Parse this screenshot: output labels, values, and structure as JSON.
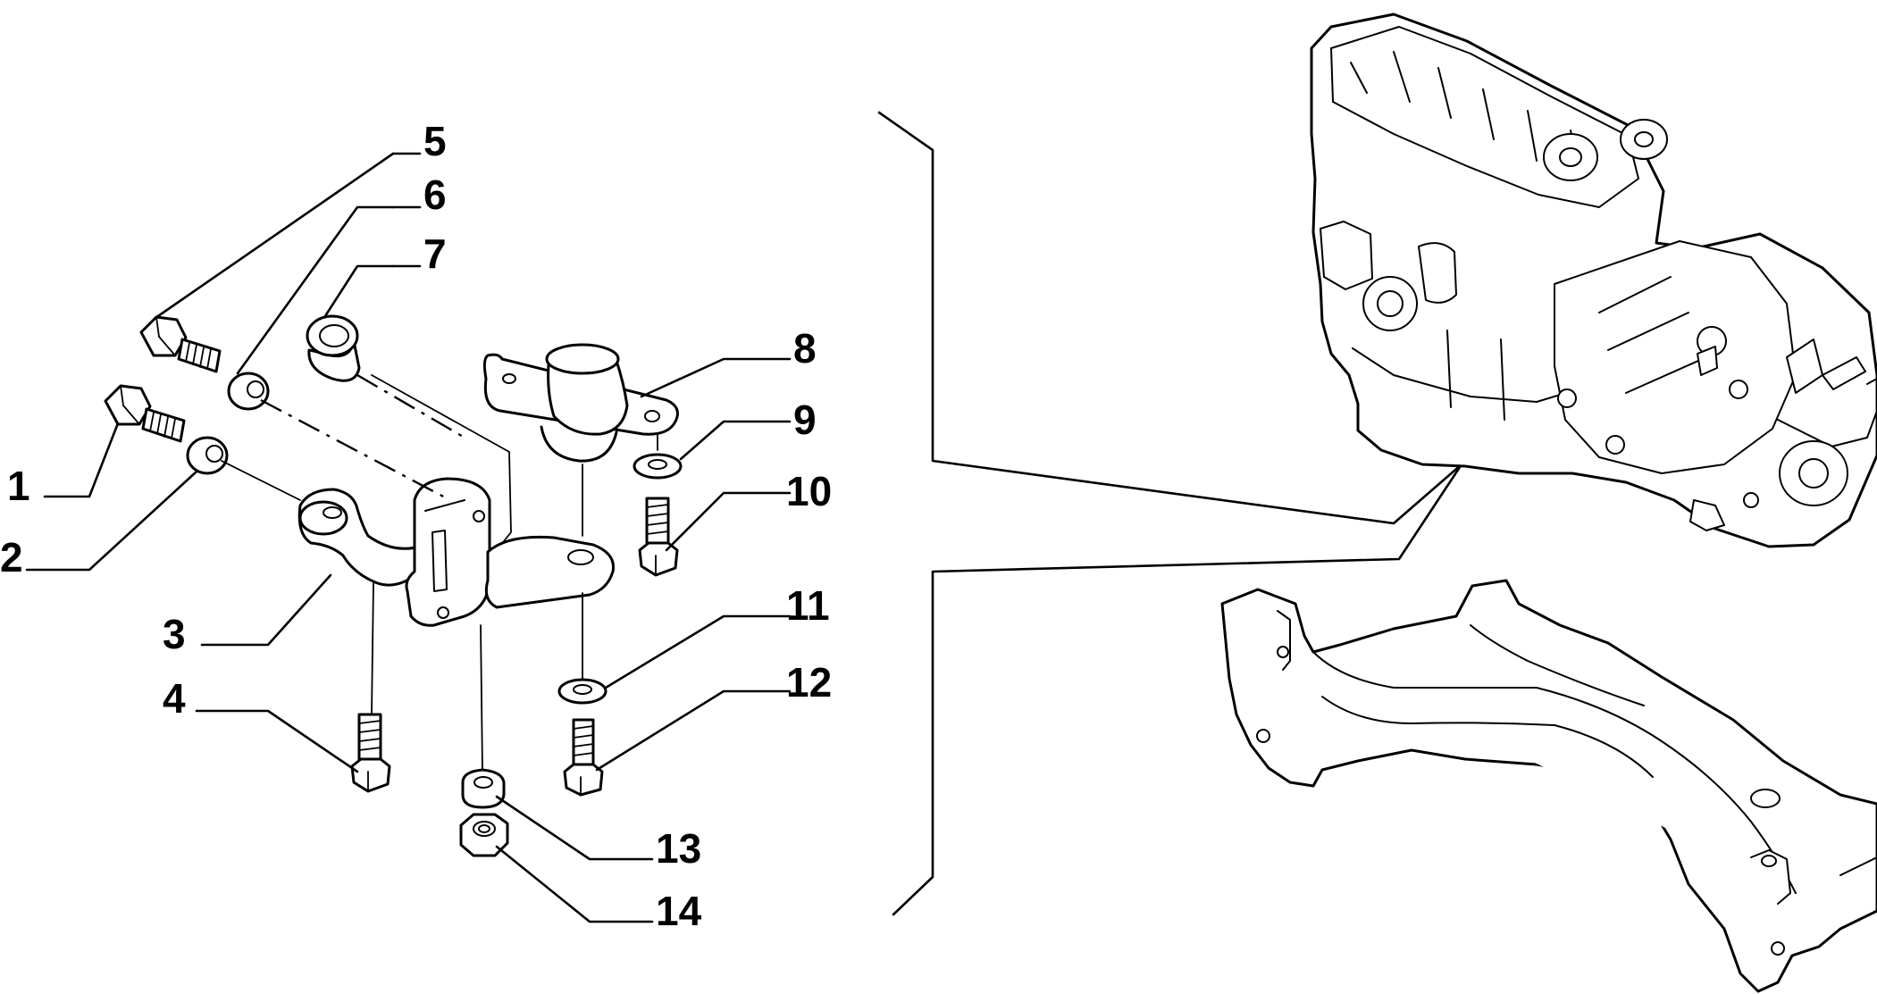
{
  "callouts": [
    {
      "id": "1",
      "label": "1"
    },
    {
      "id": "2",
      "label": "2"
    },
    {
      "id": "3",
      "label": "3"
    },
    {
      "id": "4",
      "label": "4"
    },
    {
      "id": "5",
      "label": "5"
    },
    {
      "id": "6",
      "label": "6"
    },
    {
      "id": "7",
      "label": "7"
    },
    {
      "id": "8",
      "label": "8"
    },
    {
      "id": "9",
      "label": "9"
    },
    {
      "id": "10",
      "label": "10"
    },
    {
      "id": "11",
      "label": "11"
    },
    {
      "id": "12",
      "label": "12"
    },
    {
      "id": "13",
      "label": "13"
    },
    {
      "id": "14",
      "label": "14"
    }
  ],
  "colors": {
    "line": "#000000",
    "background": "#ffffff"
  }
}
